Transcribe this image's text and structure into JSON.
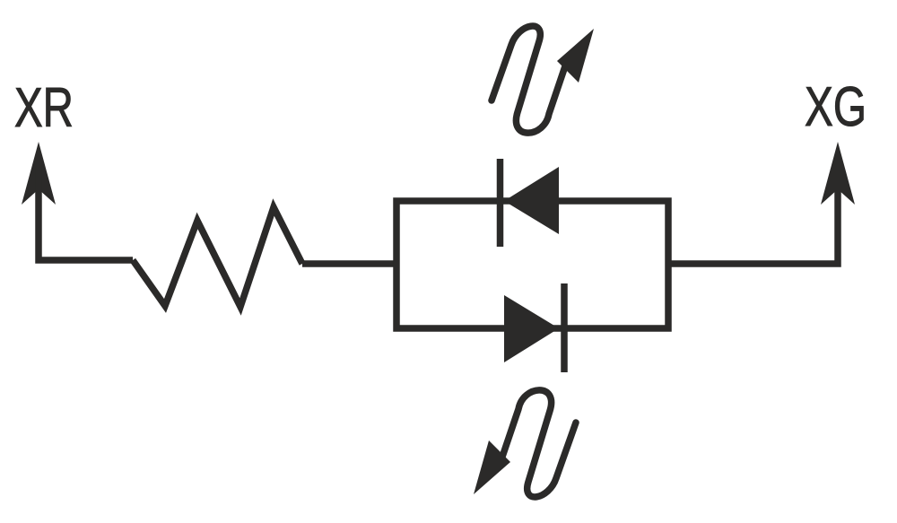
{
  "diagram": {
    "type": "circuit-schematic",
    "subject": "resistor in series with two anti-parallel LEDs between terminals XR and XG"
  },
  "labels": {
    "left_terminal": "XR",
    "right_terminal": "XG"
  },
  "colors": {
    "stroke": "#2b2a29",
    "background": "#ffffff"
  },
  "icons": {
    "left_terminal_arrow": "up-arrow-icon",
    "right_terminal_arrow": "up-arrow-icon",
    "resistor": "zigzag-resistor-icon",
    "led_top": "diode-pointing-left-icon",
    "led_bottom": "diode-pointing-right-icon",
    "light_arrow_top": "squiggle-arrow-up-right-icon",
    "light_arrow_bottom": "squiggle-arrow-down-left-icon"
  }
}
